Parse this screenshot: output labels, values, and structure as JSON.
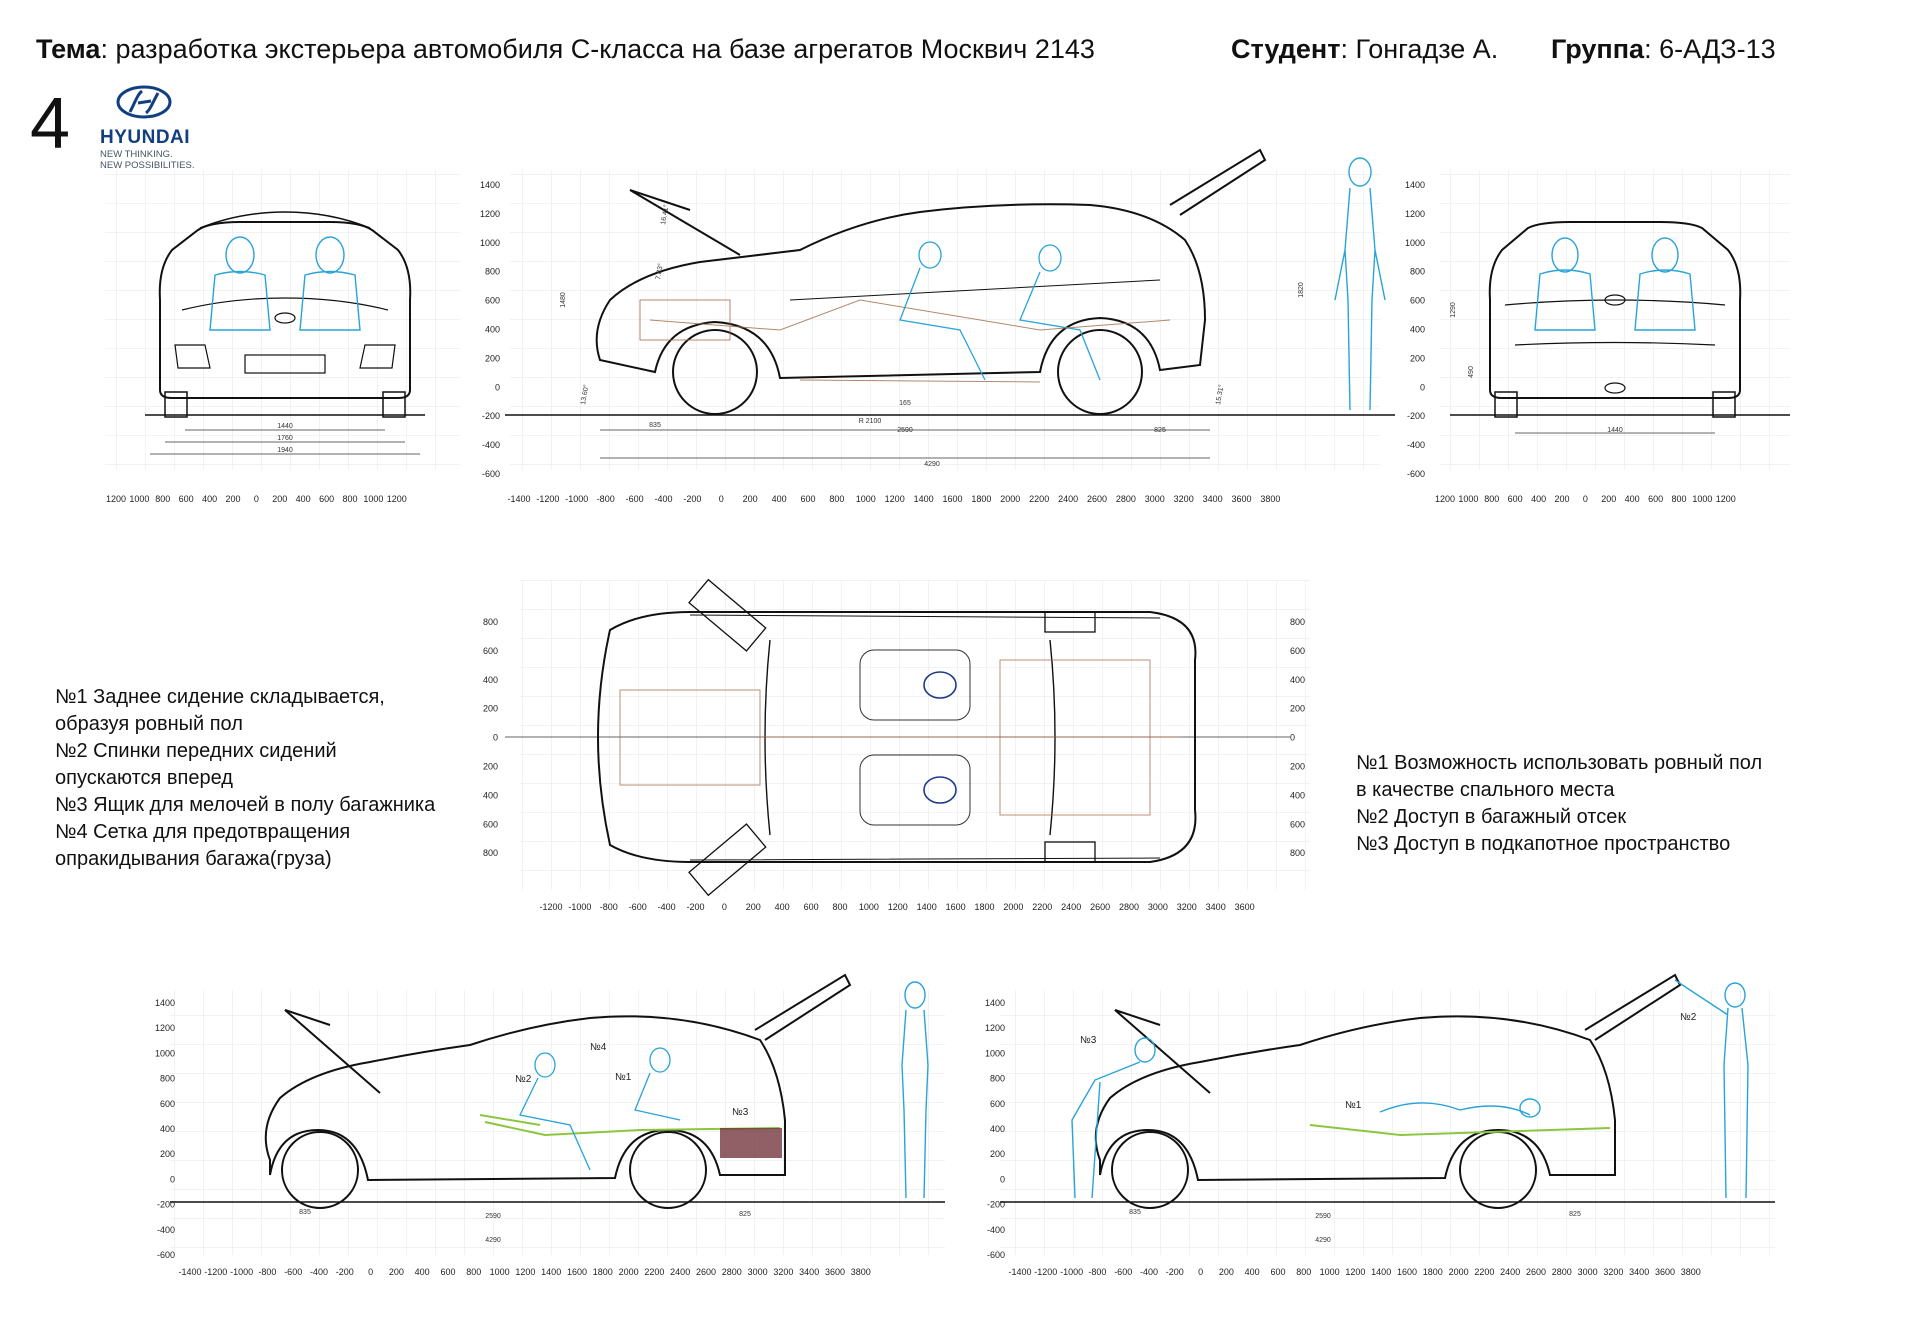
{
  "header": {
    "topic_label": "Тема",
    "topic_text": ": разработка экстерьера автомобиля С-класса на базе агрегатов Москвич 2143",
    "student_label": "Студент",
    "student_text": ": Гонгадзе А.",
    "group_label": "Группа",
    "group_text": ": 6-АДЗ-13"
  },
  "sheet_number": "4",
  "logo": {
    "brand": "HYUNDAI",
    "slogan_line1": "NEW THINKING.",
    "slogan_line2": "NEW POSSIBILITIES.",
    "icon": "hyundai-h-oval"
  },
  "notes_left": [
    "№1 Заднее сидение складывается,",
    "образуя ровный пол",
    "№2 Спинки передних сидений",
    "опускаются вперед",
    "№3 Ящик для мелочей в полу багажника",
    "№4 Сетка для предотвращения",
    "опракидывания багажа(груза)"
  ],
  "notes_right": [
    "№1 Возможность использовать ровный пол",
    "в качестве спального места",
    "№2 Доступ в багажный отсек",
    "№3 Доступ в подкапотное пространство"
  ],
  "axes": {
    "y_side": [
      "1400",
      "1200",
      "1000",
      "800",
      "600",
      "400",
      "200",
      "0",
      "-200",
      "-400",
      "-600"
    ],
    "x_long": [
      "-1400",
      "-1200",
      "-1000",
      "-800",
      "-600",
      "-400",
      "-200",
      "0",
      "200",
      "400",
      "600",
      "800",
      "1000",
      "1200",
      "1400",
      "1600",
      "1800",
      "2000",
      "2200",
      "2400",
      "2600",
      "2800",
      "3000",
      "3200",
      "3400",
      "3600",
      "3800"
    ],
    "x_top": [
      "-1200",
      "-1000",
      "-800",
      "-600",
      "-400",
      "-200",
      "0",
      "200",
      "400",
      "600",
      "800",
      "1000",
      "1200",
      "1400",
      "1600",
      "1800",
      "2000",
      "2200",
      "2400",
      "2600",
      "2800",
      "3000",
      "3200",
      "3400",
      "3600"
    ],
    "x_front": [
      "1200",
      "1000",
      "800",
      "600",
      "400",
      "200",
      "0",
      "200",
      "400",
      "600",
      "800",
      "1000",
      "1200"
    ],
    "y_top": [
      "800",
      "600",
      "400",
      "200",
      "0",
      "200",
      "400",
      "600",
      "800"
    ]
  },
  "dims": {
    "front": [
      "1440",
      "1760",
      "1940"
    ],
    "rear": [
      "1440"
    ],
    "side": [
      "835",
      "2590",
      "825",
      "4290",
      "R 2100",
      "165",
      "1480",
      "1820",
      "1290",
      "490"
    ],
    "angles": [
      "16.41°",
      "7.83°",
      "13.60°",
      "15.31°"
    ]
  },
  "labels_bottom_left": [
    "№4",
    "№2",
    "№1",
    "№3"
  ],
  "labels_bottom_right": [
    "№3",
    "№1",
    "№2"
  ],
  "colors": {
    "outline": "#111111",
    "occupants": "#29a3d8",
    "chassis": "#a06a4a",
    "grid": "#e6e6e6",
    "folded_seat": "#8cc63f",
    "logo": "#123f80"
  }
}
